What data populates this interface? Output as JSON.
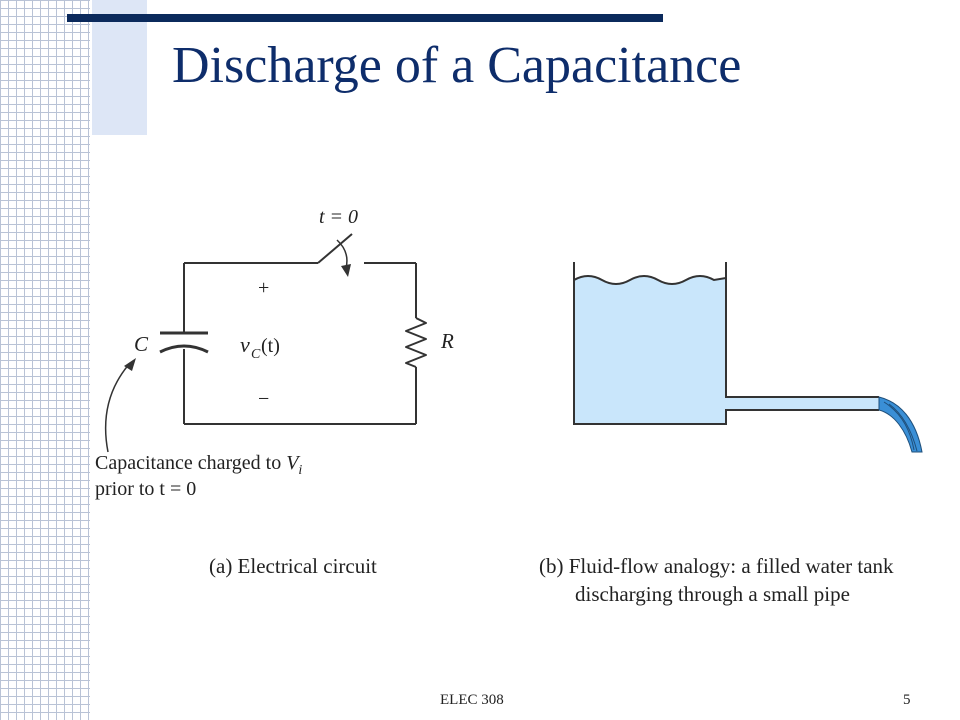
{
  "slide": {
    "title": "Discharge of a Capacitance",
    "footer_course": "ELEC 308",
    "page_number": "5"
  },
  "circuit": {
    "switch_label": "t = 0",
    "plus_sign": "+",
    "minus_sign": "−",
    "capacitor_label": "C",
    "voltage_v": "v",
    "voltage_sub": "C",
    "voltage_arg": "(t)",
    "resistor_label": "R",
    "note_line1": "Capacitance charged to ",
    "note_var": "V",
    "note_sub": "i",
    "note_line2": "prior to t = 0",
    "caption": "(a) Electrical circuit"
  },
  "analogy": {
    "caption_line1": "(b) Fluid-flow analogy: a filled water tank",
    "caption_line2": "discharging through a small pipe"
  },
  "colors": {
    "title": "#0e2d6b",
    "water": "#c9e6fb",
    "jet": "#3a8fd6",
    "grid": "#b9c3d6"
  }
}
